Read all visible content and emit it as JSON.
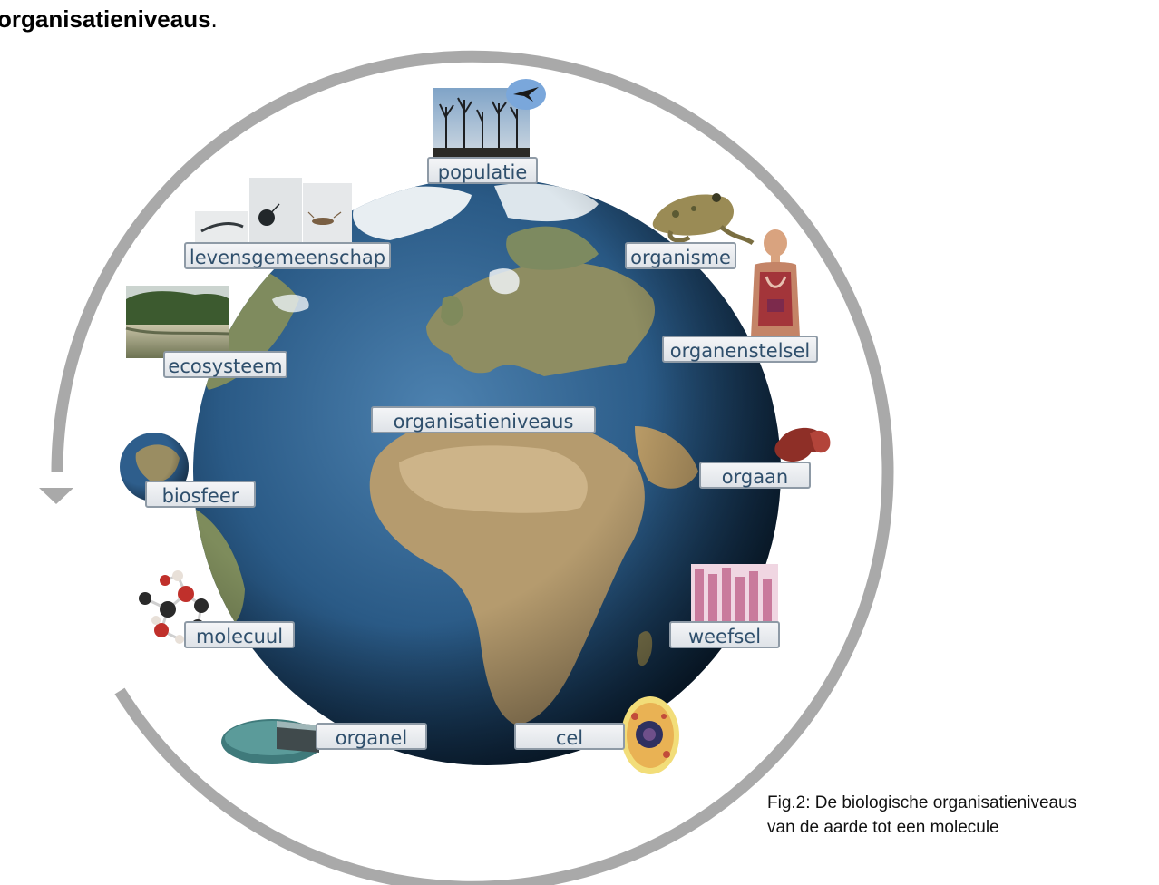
{
  "heading": {
    "title": "organisatieniveaus",
    "punct": "."
  },
  "center_label": "organisatieniveaus",
  "levels": {
    "populatie": "populatie",
    "organisme": "organisme",
    "organenstelsel": "organenstelsel",
    "orgaan": "orgaan",
    "weefsel": "weefsel",
    "cel": "cel",
    "organel": "organel",
    "molecuul": "molecuul",
    "biosfeer": "biosfeer",
    "ecosysteem": "ecosysteem",
    "levensgemeenschap": "levensgemeenschap"
  },
  "caption": {
    "line1": "Fig.2: De biologische organisatieniveaus",
    "line2": "van de aarde tot een molecule"
  },
  "colors": {
    "arrow": "#a9a9a9",
    "ocean": "#2a5a86",
    "land": "#b59b6e",
    "label_text": "#2f4f6c",
    "label_border": "#8e9aa6"
  },
  "icons": [
    "globe-icon",
    "tree-silhouette-icon",
    "bird-icon",
    "insect-photos-icon",
    "frog-icon",
    "anatomy-torso-icon",
    "kidney-icon",
    "tissue-villi-icon",
    "animal-cell-icon",
    "organelle-membrane-icon",
    "molecule-model-icon",
    "mini-globe-icon",
    "lake-forest-icon",
    "cycle-arrow-icon"
  ]
}
